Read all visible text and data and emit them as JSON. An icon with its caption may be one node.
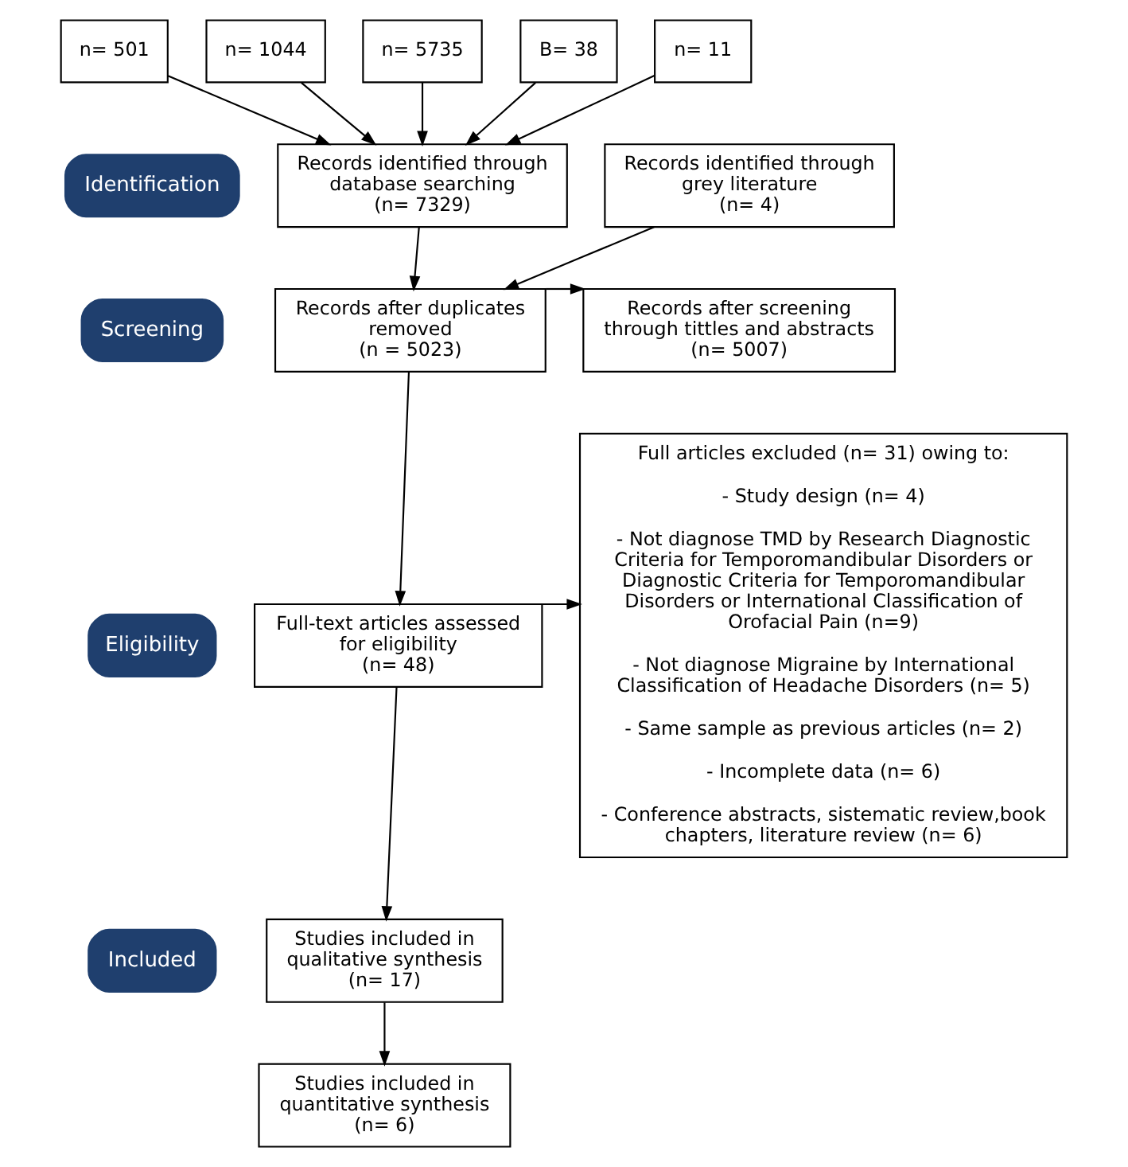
{
  "diagram": {
    "nodes": [
      {
        "text": [
          "n= 501"
        ]
      },
      {
        "text": [
          "n= 1044"
        ]
      },
      {
        "text": [
          "n= 5735"
        ]
      },
      {
        "text": [
          "B= 38"
        ]
      },
      {
        "text": [
          "n= 11"
        ]
      },
      {
        "text": [
          "Identification"
        ]
      },
      {
        "text": [
          "Screening"
        ]
      },
      {
        "text": [
          "Eligibility"
        ]
      },
      {
        "text": [
          "Included"
        ]
      },
      {
        "text": [
          "Records identified through database searching",
          "(n= 7329)"
        ]
      },
      {
        "text": [
          "Records identified through grey literature",
          "(n= 4)"
        ]
      },
      {
        "text": [
          "Records after duplicates removed",
          "(n = 5023)"
        ]
      },
      {
        "text": [
          "Records after screening through tittles and abstracts",
          "(n= 5007)"
        ]
      },
      {
        "text": [
          "Full-text articles assessed for eligibility",
          "(n= 48)"
        ]
      },
      {
        "text": [
          "Full articles excluded (n= 31) owing to:",
          "- Study design (n= 4)",
          "- Not diagnose TMD by Research Diagnostic Criteria for Temporomandibular Disorders or Diagnostic Criteria for Temporomandibular Disorders or International Classification of Orofacial Pain (n=9)",
          "- Not diagnose Migraine by International Classification of Headache Disorders (n= 5)",
          "- Same sample as previous articles (n= 2)",
          "- Incomplete data (n= 6)",
          "- Conference abstracts, sistematic review,book chapters, literature review (n= 6)"
        ]
      },
      {
        "text": [
          "Studies included in qualitative synthesis",
          "(n= 17)"
        ]
      },
      {
        "text": [
          "Studies included in quantitative synthesis",
          "(n= 6)"
        ]
      }
    ],
    "edges": [
      {
        "from": 0,
        "to": 9,
        "arrow": "to"
      },
      {
        "from": 1,
        "to": 9,
        "arrow": "to"
      },
      {
        "from": 2,
        "to": 9,
        "arrow": "to"
      },
      {
        "from": 3,
        "to": 9,
        "arrow": "to"
      },
      {
        "from": 4,
        "to": 9,
        "arrow": "to"
      },
      {
        "from": 9,
        "to": 11,
        "arrow": "to"
      },
      {
        "from": 10,
        "to": 11,
        "arrow": "to"
      },
      {
        "from": 11,
        "to": 12,
        "arrow": "to"
      },
      {
        "from": 11,
        "to": 13,
        "arrow": "to"
      },
      {
        "from": 13,
        "to": 14,
        "arrow": "to"
      },
      {
        "from": 13,
        "to": 15,
        "arrow": "to"
      },
      {
        "from": 15,
        "to": 16,
        "arrow": "to"
      }
    ]
  }
}
